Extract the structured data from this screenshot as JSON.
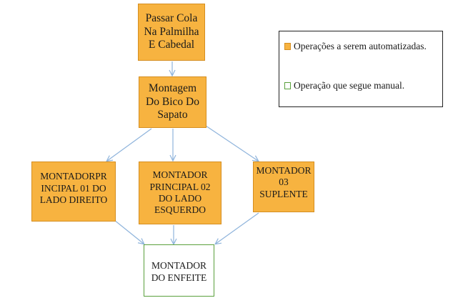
{
  "nodes": {
    "cola": {
      "label": "Passar Cola\nNa Palmilha\nE Cabedal"
    },
    "bico": {
      "label": "Montagem\nDo Bico Do\nSapato"
    },
    "montador_01": {
      "label": "MONTADORPR\nINCIPAL 01 DO\nLADO DIREITO"
    },
    "montador_02": {
      "label": "MONTADOR\nPRINCIPAL 02\nDO LADO\nESQUERDO"
    },
    "montador_03": {
      "label": "MONTADOR\n03\nSUPLENTE"
    },
    "enfeite": {
      "label": "MONTADOR\nDO ENFEITE"
    }
  },
  "legend": {
    "automated": "Operações a serem automatizadas.",
    "manual": "Operação que segue manual."
  },
  "colors": {
    "automated_fill": "#f7b340",
    "automated_border": "#d58e20",
    "manual_border": "#5aa03c",
    "arrow": "#8fb4dc"
  }
}
